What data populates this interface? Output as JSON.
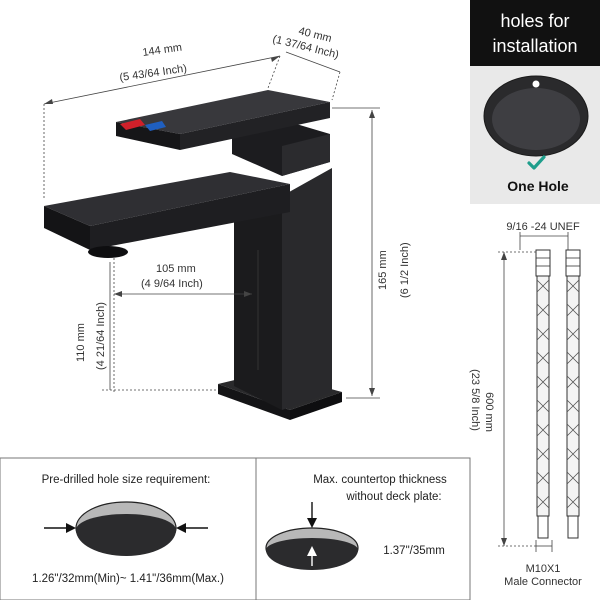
{
  "dimensions": {
    "width_mm": "144 mm",
    "width_inch": "(5 43/64 Inch)",
    "depth_mm": "40 mm",
    "depth_inch": "(1 37/64 Inch)",
    "height_mm": "165 mm",
    "height_inch": "(6 1/2 Inch)",
    "reach_mm": "105 mm",
    "reach_inch": "(4 9/64 Inch)",
    "spout_height_mm": "110 mm",
    "spout_height_inch": "(4 21/64 Inch)"
  },
  "holes_panel": {
    "title_line1": "holes for",
    "title_line2": "installation",
    "caption": "One Hole",
    "check_color": "#1f9e8c",
    "title_bg": "#111111"
  },
  "hose": {
    "thread_label": "9/16 -24 UNEF",
    "length_mm": "600 mm",
    "length_inch": "(23 5/8 Inch)",
    "connector_label": "M10X1",
    "connector_caption": "Male Connector"
  },
  "hole_size": {
    "title": "Pre-drilled hole size requirement:",
    "range": "1.26\"/32mm(Min)~ 1.41\"/36mm(Max.)"
  },
  "countertop": {
    "title_line1": "Max. countertop thickness",
    "title_line2": "without deck plate:",
    "value": "1.37\"/35mm"
  },
  "colors": {
    "faucet_black": "#1c1c1e",
    "panel_grey": "#e9e9e9",
    "hot_red": "#d0202a",
    "cold_blue": "#1f5fc0"
  }
}
